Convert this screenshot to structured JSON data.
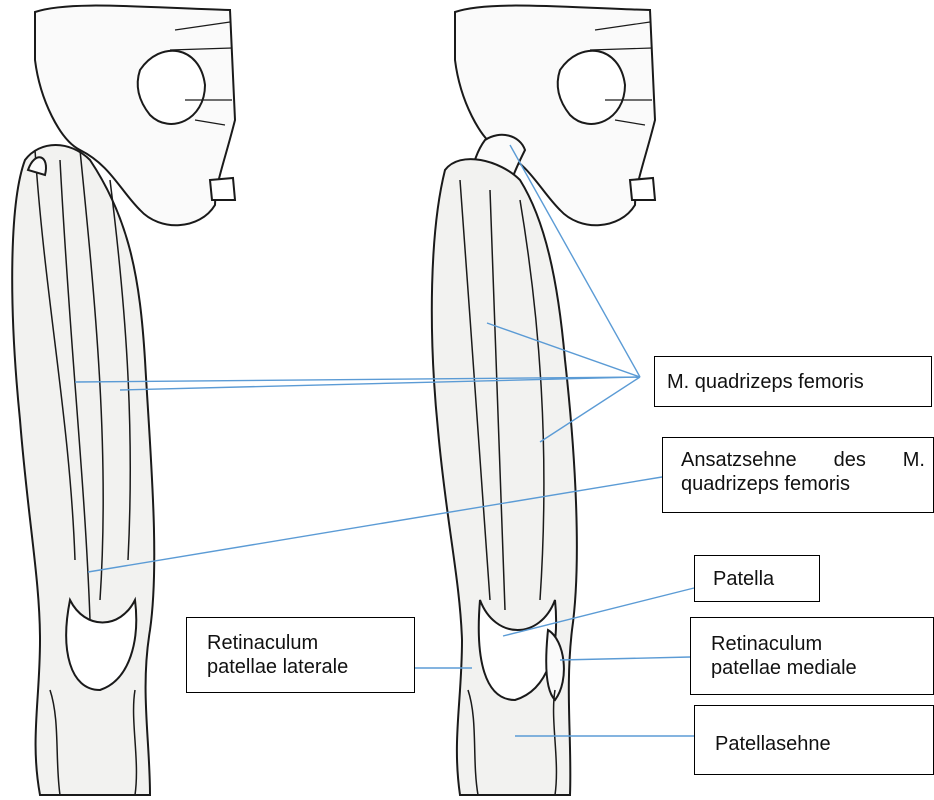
{
  "labels": {
    "quadrizeps": "M. quadrizeps femoris",
    "ansatzsehne_line1": "Ansatzsehne des M.",
    "ansatzsehne_line2": "quadrizeps femoris",
    "patella": "Patella",
    "ret_lat_line1": "Retinaculum",
    "ret_lat_line2": "patellae laterale",
    "ret_med_line1": "Retinaculum",
    "ret_med_line2": "patellae mediale",
    "patellasehne": "Patellasehne"
  },
  "colors": {
    "leader_line": "#5b9bd5",
    "outline": "#1a1a1a",
    "muscle_fill": "#f2f2f0",
    "bone_fill": "#fafafa",
    "box_border": "#000000"
  }
}
